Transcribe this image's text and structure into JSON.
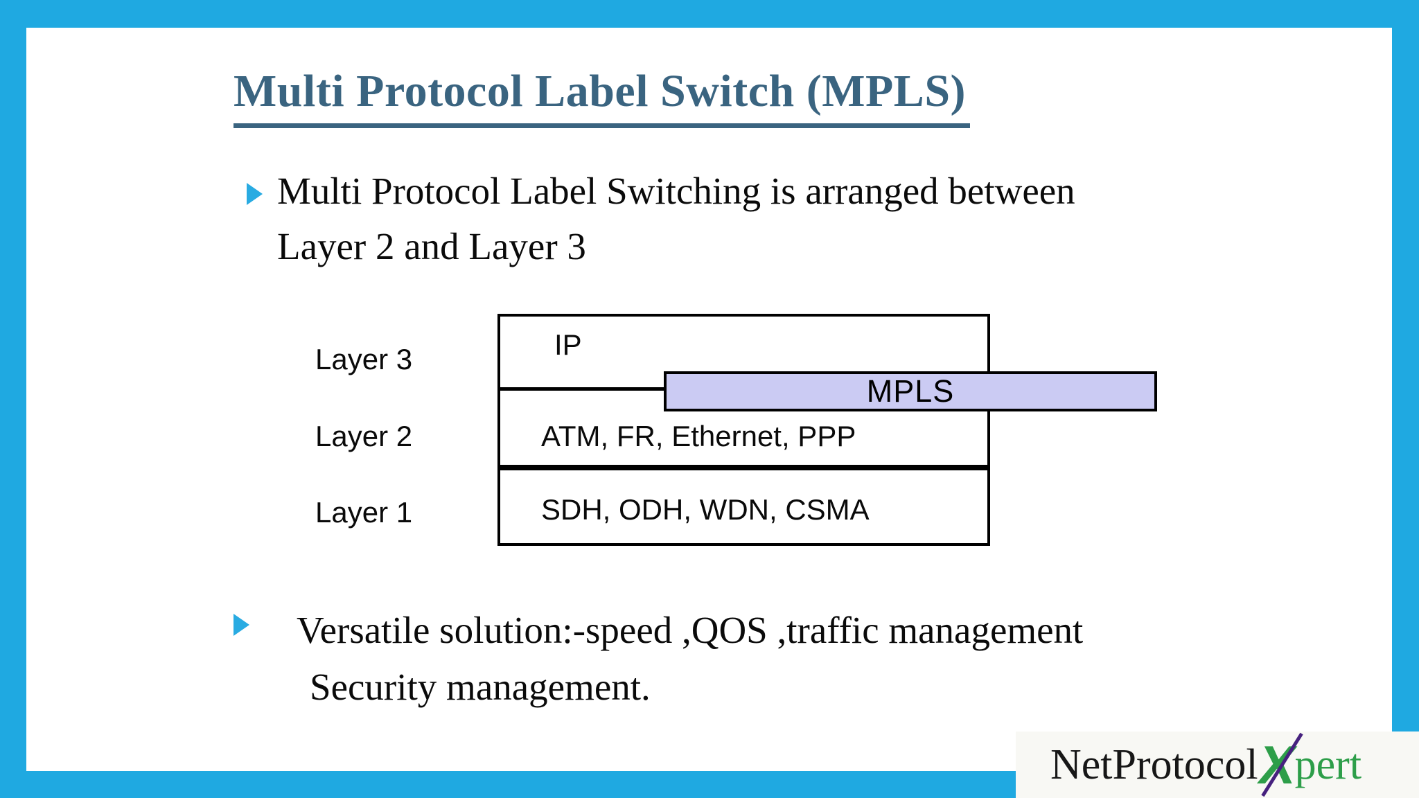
{
  "slide": {
    "title": "Multi Protocol Label Switch (MPLS)",
    "bullets": [
      {
        "line1": "Multi Protocol Label Switching is arranged between",
        "line2": "Layer 2 and Layer 3"
      },
      {
        "line1": "Versatile solution:-speed ,QOS ,traffic management",
        "line2": "Security management."
      }
    ],
    "diagram": {
      "layers": [
        {
          "label": "Layer 3",
          "content": "IP"
        },
        {
          "label": "Layer 2",
          "content": "ATM, FR, Ethernet, PPP"
        },
        {
          "label": "Layer 1",
          "content": "SDH, ODH, WDN, CSMA"
        }
      ],
      "mpls_label": "MPLS"
    },
    "logo": {
      "part1": "NetProtocol",
      "x": "X",
      "part2": "pert"
    }
  },
  "colors": {
    "frame_border": "#1FA9E1",
    "slide_background": "#FFFFFF",
    "title_text": "#3A6480",
    "bullet_marker": "#29ABE2",
    "mpls_bar_fill": "#CBCBF3",
    "diagram_line": "#000000",
    "logo_text_black": "#171717",
    "logo_green": "#2D9E49",
    "logo_purple": "#46217E"
  }
}
